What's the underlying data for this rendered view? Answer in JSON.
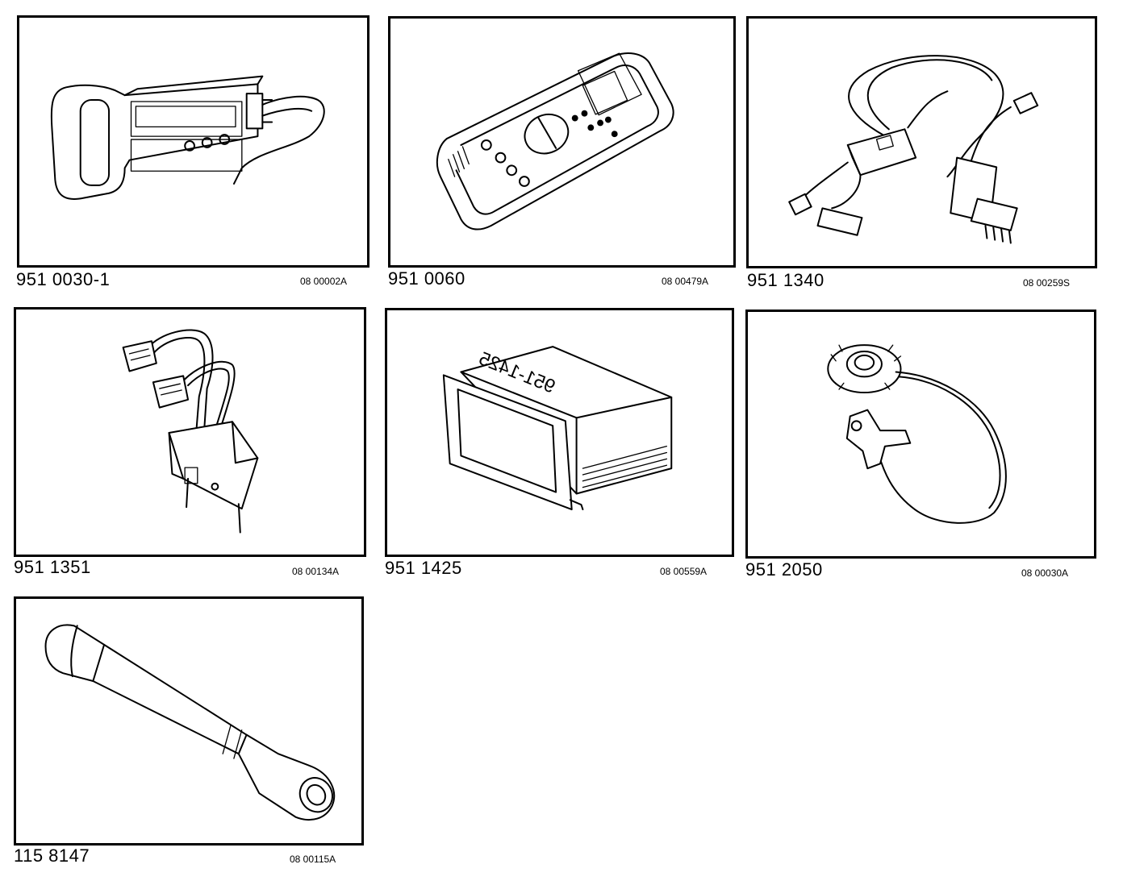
{
  "tools": [
    {
      "part_number": "951 0030-1",
      "ref_code": "08 00002A",
      "icon": "handheld-tester-icon"
    },
    {
      "part_number": "951 0060",
      "ref_code": "08 00479A",
      "icon": "multimeter-icon"
    },
    {
      "part_number": "951 1340",
      "ref_code": "08 00259S",
      "icon": "adapter-cable-icon"
    },
    {
      "part_number": "951 1351",
      "ref_code": "08 00134A",
      "icon": "connector-adapter-icon"
    },
    {
      "part_number": "951 1425",
      "ref_code": "08 00559A",
      "icon": "control-module-icon"
    },
    {
      "part_number": "951 2050",
      "ref_code": "08 00030A",
      "icon": "clip-probe-cable-icon"
    },
    {
      "part_number": "115 8147",
      "ref_code": "08 00115A",
      "icon": "socket-wrench-icon"
    }
  ],
  "module_label": "951-1425"
}
